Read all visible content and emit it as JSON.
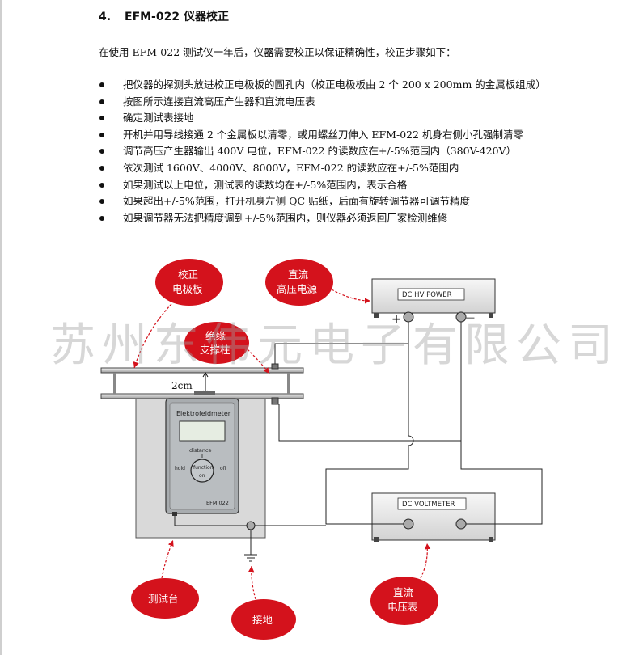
{
  "section": {
    "number": "4.",
    "title": "EFM-022 仪器校正"
  },
  "intro": "在使用 EFM-022 测试仪一年后，仪器需要校正以保证精确性，校正步骤如下：",
  "steps": [
    "把仪器的探测头放进校正电极板的圆孔内（校正电极板由 2 个 200 x 200mm 的金属板组成）",
    "按图所示连接直流高压产生器和直流电压表",
    "确定测试表接地",
    "开机并用导线接通 2 个金属板以清零，或用螺丝刀伸入 EFM-022 机身右侧小孔强制清零",
    "调节高压产生器输出 400V 电位，EFM-022 的读数应在+/-5%范围内（380V-420V）",
    "依次测试 1600V、4000V、8000V，EFM-022 的读数应在+/-5%范围内",
    "如果测试以上电位，测试表的读数均在+/-5%范围内，表示合格",
    "如果超出+/-5%范围，打开机身左侧 QC 贴纸，后面有旋转调节器可调节精度",
    "如果调节器无法把精度调到+/-5%范围内，则仪器必须返回厂家检测维修"
  ],
  "diagram": {
    "callouts": {
      "plate": [
        "校正",
        "电极板"
      ],
      "hv_source": [
        "直流",
        "高压电源"
      ],
      "insulator": [
        "绝缘",
        "支撑柱"
      ],
      "stand": [
        "测试台"
      ],
      "ground": [
        "接地"
      ],
      "voltmeter": [
        "直流",
        "电压表"
      ]
    },
    "gap_label": "2cm",
    "hv_power_label": "DC HV POWER",
    "voltmeter_label": "DC VOLTMETER",
    "plus_sign": "+",
    "minus_sign": "—",
    "meter": {
      "brand": "Elektrofeldmeter",
      "distance_label": "distance",
      "function_label": "function",
      "on_label": "on",
      "hold_label": "hold",
      "off_label": "off",
      "model": "EFM 022"
    }
  },
  "watermark": "苏州东伟元电子有限公司",
  "colors": {
    "callout_red": "#d4121c",
    "stand_gray": "#d9d9d9",
    "meter_gray": "#a8acaf"
  }
}
